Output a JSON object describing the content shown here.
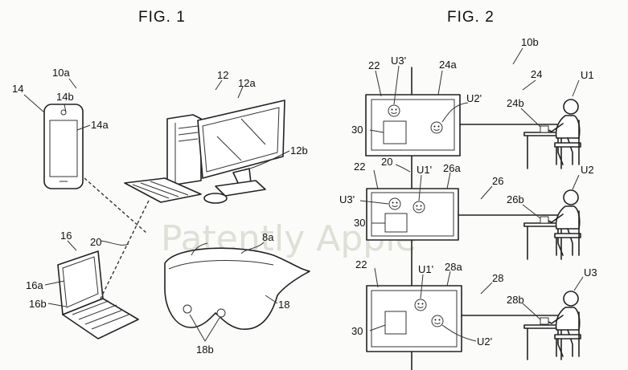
{
  "figures": {
    "fig1": "FIG. 1",
    "fig2": "FIG. 2"
  },
  "watermark": "Patently Apple",
  "fig1_labels": {
    "l10a": "10a",
    "l14": "14",
    "l14b": "14b",
    "l14a": "14a",
    "l12": "12",
    "l12a": "12a",
    "l12b": "12b",
    "l16": "16",
    "l16a": "16a",
    "l16b": "16b",
    "l20": "20",
    "l8a": "8a",
    "l18": "18",
    "l18b": "18b"
  },
  "fig2_labels": {
    "l10b": "10b",
    "l24": "24",
    "l24a": "24a",
    "l24b": "24b",
    "l22_top": "22",
    "l22_mid": "22",
    "l22_bot": "22",
    "l20": "20",
    "l26": "26",
    "l26a": "26a",
    "l26b": "26b",
    "l28": "28",
    "l28a": "28a",
    "l28b": "28b",
    "l30_top": "30",
    "l30_mid": "30",
    "l30_bot": "30",
    "u1": "U1",
    "u2": "U2",
    "u3": "U3",
    "u3p_top": "U3'",
    "u2p_top": "U2'",
    "u1p_mid": "U1'",
    "u3p_mid": "U3'",
    "u1p_bot": "U1'",
    "u2p_bot": "U2'"
  }
}
